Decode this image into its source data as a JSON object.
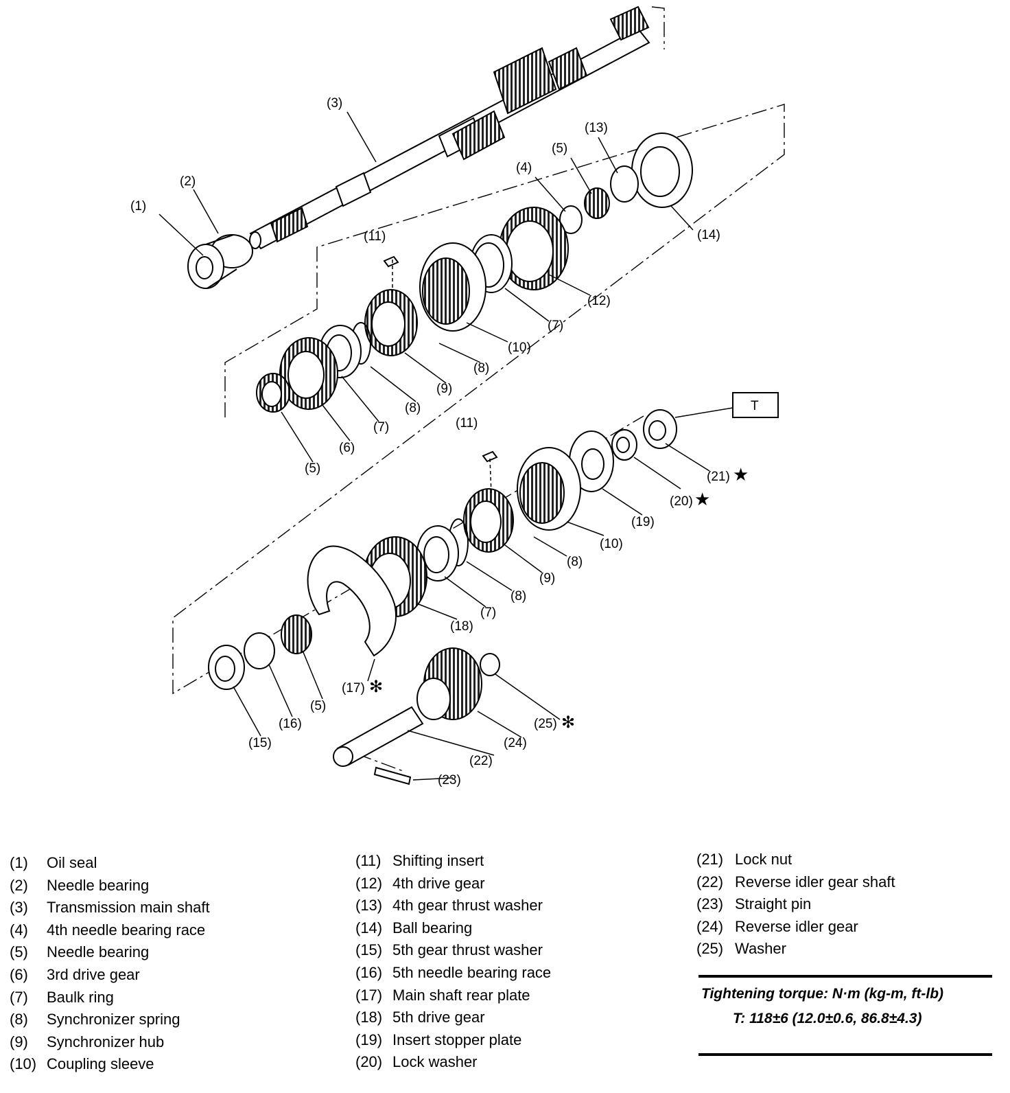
{
  "callouts": {
    "c1": "(1)",
    "c2": "(2)",
    "c3": "(3)",
    "c4": "(4)",
    "c5a": "(5)",
    "c13": "(13)",
    "c11a": "(11)",
    "c14": "(14)",
    "c12": "(12)",
    "c7a": "(7)",
    "c10a": "(10)",
    "c8a": "(8)",
    "c9a": "(9)",
    "c8b": "(8)",
    "c7b": "(7)",
    "c6": "(6)",
    "c5b": "(5)",
    "c11b": "(11)",
    "t": "T",
    "c21": "(21)",
    "c20": "(20)",
    "c19": "(19)",
    "c10b": "(10)",
    "c8c": "(8)",
    "c9b": "(9)",
    "c8d": "(8)",
    "c7c": "(7)",
    "c18": "(18)",
    "c17": "(17)",
    "c5c": "(5)",
    "c16": "(16)",
    "c15": "(15)",
    "c25": "(25)",
    "c24": "(24)",
    "c22": "(22)",
    "c23": "(23)",
    "star": "★",
    "asterisk": "✻"
  },
  "legend": {
    "col1": [
      {
        "num": "(1)",
        "text": "Oil seal"
      },
      {
        "num": "(2)",
        "text": "Needle bearing"
      },
      {
        "num": "(3)",
        "text": "Transmission main shaft"
      },
      {
        "num": "(4)",
        "text": "4th needle bearing race"
      },
      {
        "num": "(5)",
        "text": "Needle bearing"
      },
      {
        "num": "(6)",
        "text": "3rd drive gear"
      },
      {
        "num": "(7)",
        "text": "Baulk ring"
      },
      {
        "num": "(8)",
        "text": "Synchronizer spring"
      },
      {
        "num": "(9)",
        "text": "Synchronizer hub"
      },
      {
        "num": "(10)",
        "text": "Coupling sleeve"
      }
    ],
    "col2": [
      {
        "num": "(11)",
        "text": "Shifting insert"
      },
      {
        "num": "(12)",
        "text": "4th drive gear"
      },
      {
        "num": "(13)",
        "text": "4th gear thrust washer"
      },
      {
        "num": "(14)",
        "text": "Ball bearing"
      },
      {
        "num": "(15)",
        "text": "5th gear thrust washer"
      },
      {
        "num": "(16)",
        "text": "5th needle bearing race"
      },
      {
        "num": "(17)",
        "text": "Main shaft rear plate"
      },
      {
        "num": "(18)",
        "text": "5th drive gear"
      },
      {
        "num": "(19)",
        "text": "Insert stopper plate"
      },
      {
        "num": "(20)",
        "text": "Lock washer"
      }
    ],
    "col3": [
      {
        "num": "(21)",
        "text": "Lock nut"
      },
      {
        "num": "(22)",
        "text": "Reverse idler gear shaft"
      },
      {
        "num": "(23)",
        "text": "Straight pin"
      },
      {
        "num": "(24)",
        "text": "Reverse idler gear"
      },
      {
        "num": "(25)",
        "text": "Washer"
      }
    ]
  },
  "torque": {
    "title": "Tightening torque: N·m (kg-m, ft-lb)",
    "value": "T: 118±6 (12.0±0.6, 86.8±4.3)"
  }
}
